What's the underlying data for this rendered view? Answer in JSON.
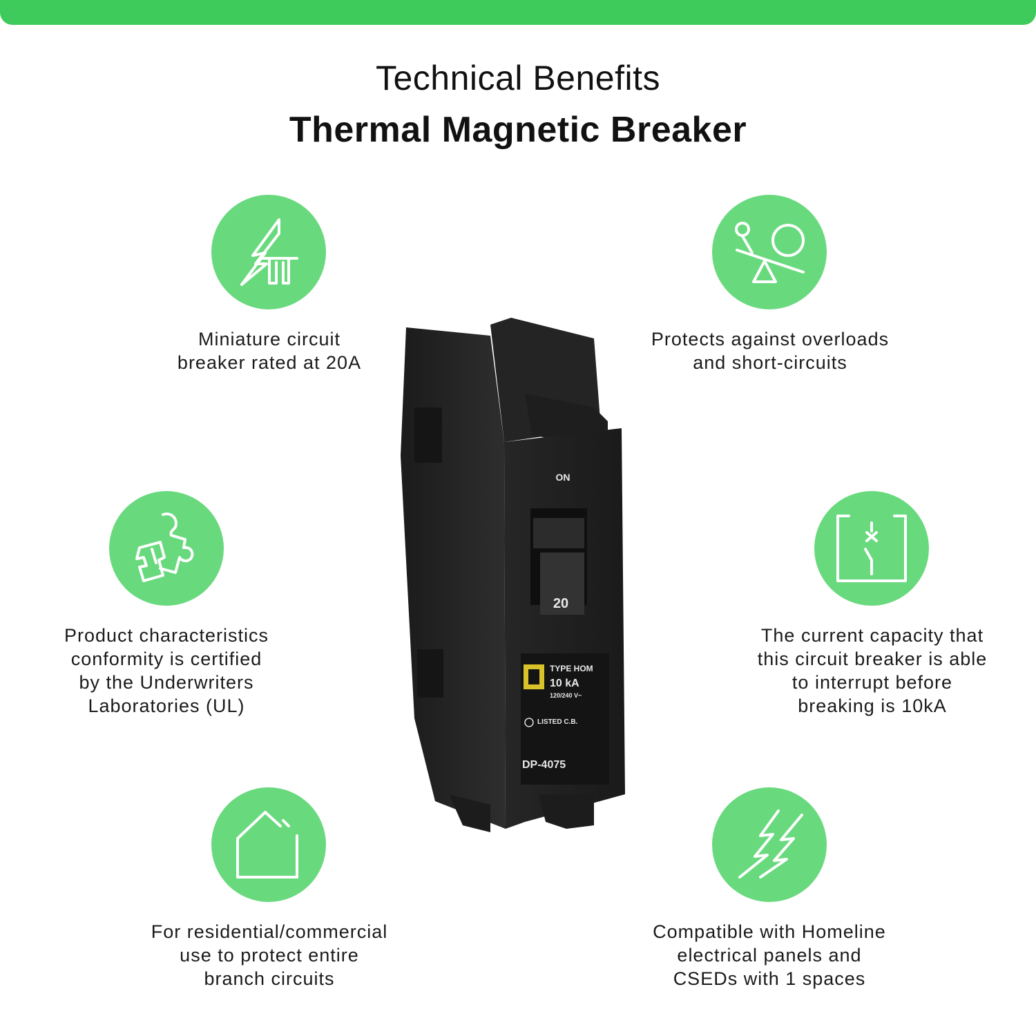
{
  "header": {
    "title": "Technical Benefits",
    "subtitle": "Thermal Magnetic Breaker"
  },
  "colors": {
    "accent_bar": "#3fcb5c",
    "icon_circle": "#69d97e"
  },
  "features": [
    {
      "icon": "lightning-tower-icon",
      "text": "Miniature circuit\nbreaker rated at 20A"
    },
    {
      "icon": "seesaw-balance-icon",
      "text": "Protects against overloads\nand short-circuits"
    },
    {
      "icon": "certified-puzzle-icon",
      "text": "Product characteristics\nconformity is certified\nby the Underwriters\nLaboratories (UL)"
    },
    {
      "icon": "circuit-switch-icon",
      "text": "The current capacity that\nthis circuit breaker is able\nto interrupt before\nbreaking is 10kA"
    },
    {
      "icon": "house-icon",
      "text": "For residential/commercial\nuse to protect entire\nbranch circuits"
    },
    {
      "icon": "double-lightning-icon",
      "text": "Compatible with Homeline\nelectrical panels and\nCSEDs with 1 spaces"
    }
  ],
  "product": {
    "rating_label": "20",
    "type_label": "TYPE HOM",
    "ka_label": "10 kA",
    "voltage_label": "120/240 V~",
    "listed_label": "LISTED C.B.",
    "model_label": "DP-4075",
    "on_label": "ON"
  }
}
